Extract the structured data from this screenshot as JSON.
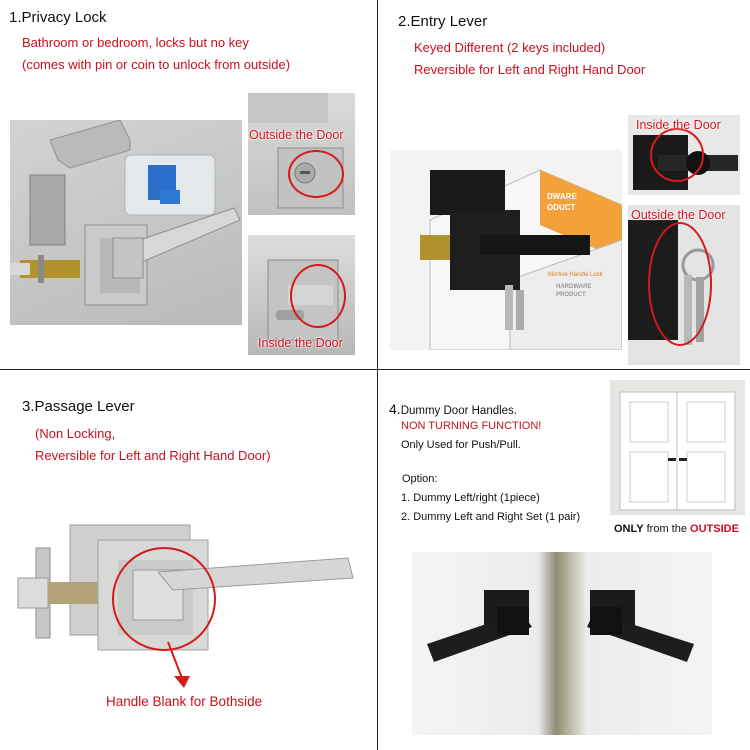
{
  "panels": [
    {
      "number": "1.",
      "title": "Privacy Lock",
      "lines": [
        "Bathroom or bedroom, locks but no key",
        "(comes with pin or coin to unlock from outside)"
      ],
      "insets": [
        "Outside the Door",
        "Inside the Door"
      ]
    },
    {
      "number": "2.",
      "title": "Entry Lever",
      "lines": [
        "Keyed Different (2 keys included)",
        "Reversible for Left and Right Hand Door"
      ],
      "insets": [
        "Inside the Door",
        "Outside the Door"
      ],
      "box_text": [
        "DWARE",
        "ODUCT",
        "Mortise Handle Lock",
        "HARDWARE",
        "PRODUCT"
      ]
    },
    {
      "number": "3.",
      "title": "Passage Lever",
      "lines": [
        "(Non Locking,",
        "Reversible for Left and Right Hand Door)"
      ],
      "caption": "Handle Blank for Bothside"
    },
    {
      "number": "4.",
      "title": "Dummy Door Handles.",
      "lines": [
        "NON TURNING  FUNCTION!",
        "Only Used for Push/Pull."
      ],
      "option_label": "Option:",
      "options": [
        "1. Dummy Left/right (1piece)",
        "2. Dummy Left and Right Set (1 pair)"
      ],
      "caption_bold": "ONLY",
      "caption_mid": " from the ",
      "caption_bold2": "OUTSIDE"
    }
  ],
  "colors": {
    "red": "#c8101e",
    "satin_nickel": "#c9c9c7",
    "matte_black": "#1a1a1a"
  }
}
